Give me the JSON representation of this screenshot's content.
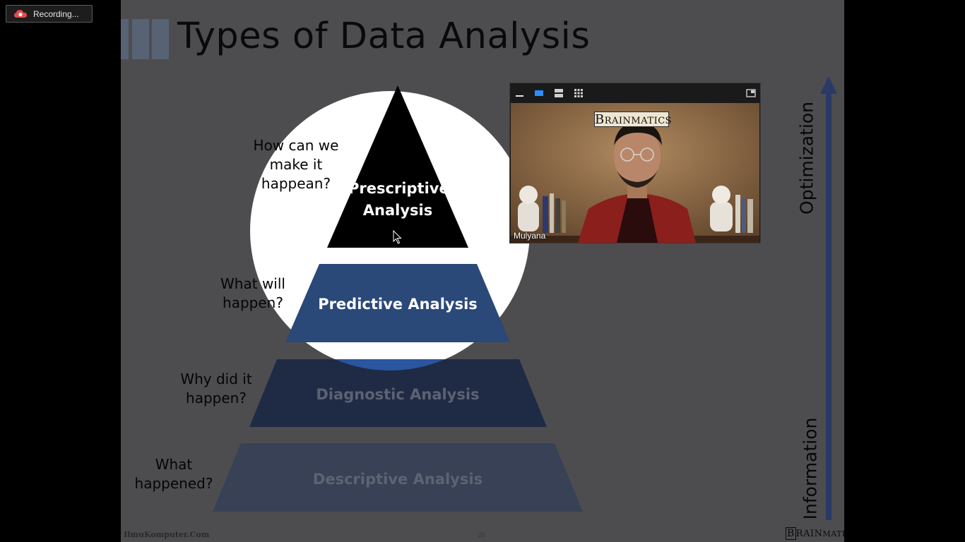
{
  "recording": {
    "label": "Recording..."
  },
  "slide": {
    "title": "Types of Data Analysis",
    "tiers": [
      {
        "label": "Prescriptive\nAnalysis",
        "question": "How can we\nmake it\nhappean?"
      },
      {
        "label": "Predictive Analysis",
        "question": "What will\nhappen?"
      },
      {
        "label": "Diagnostic Analysis",
        "question": "Why did it\nhappen?"
      },
      {
        "label": "Descriptive Analysis",
        "question": "What\nhappened?"
      }
    ],
    "axis": {
      "top_label": "Optimization",
      "bottom_label": "Information"
    },
    "footer": {
      "left": "IlmuKomputer.Com",
      "page": "26",
      "brand_first": "B",
      "brand_caps": "RAIN",
      "brand_rest": "MATICS"
    }
  },
  "video": {
    "participant": "Mulyana",
    "banner_first": "B",
    "banner_rest": "RAINMATICS"
  },
  "colors": {
    "slide_bg": "#4d4d50",
    "spotlight": "#ffffff",
    "prescriptive": "#000000",
    "predictive": "#2a4878",
    "diagnostic": "#1f2b44",
    "descriptive": "#384156",
    "axis_arrow": "#2a3a66"
  }
}
